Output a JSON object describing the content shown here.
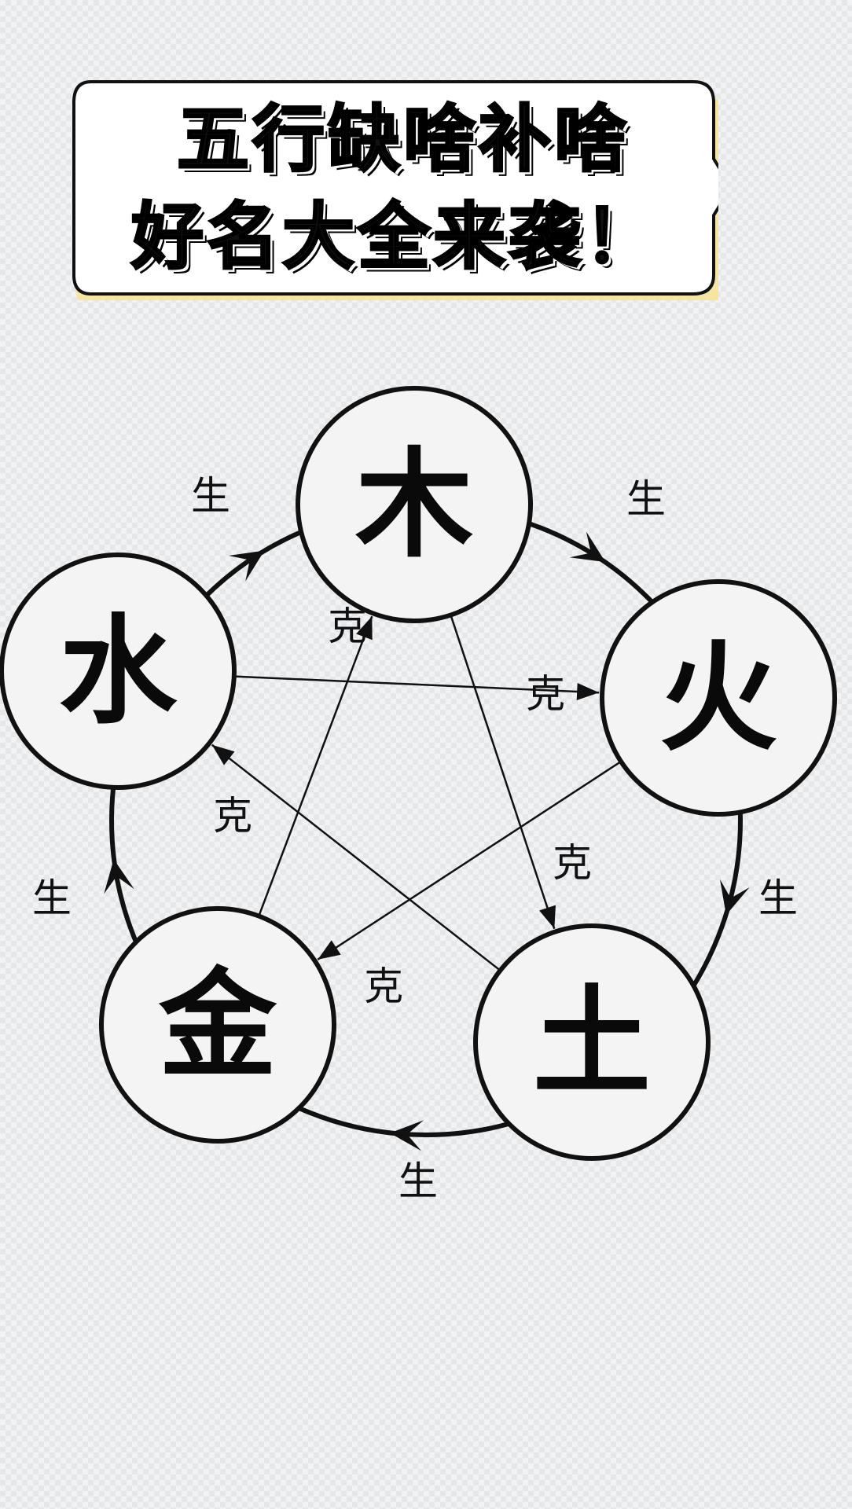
{
  "banner": {
    "line1": "五行缺啥补啥",
    "line2": "好名大全来袭！",
    "fill_color": "#ffffff",
    "shadow_color": "#f6e4a2",
    "border_color": "#111111"
  },
  "diagram": {
    "elements": {
      "wood": "木",
      "fire": "火",
      "earth": "土",
      "metal": "金",
      "water": "水"
    },
    "generate_label": "生",
    "overcome_label": "克",
    "generating_cycle": [
      [
        "wood",
        "fire"
      ],
      [
        "fire",
        "earth"
      ],
      [
        "earth",
        "metal"
      ],
      [
        "metal",
        "water"
      ],
      [
        "water",
        "wood"
      ]
    ],
    "overcoming_cycle": [
      [
        "water",
        "fire"
      ],
      [
        "fire",
        "metal"
      ],
      [
        "metal",
        "wood"
      ],
      [
        "wood",
        "earth"
      ],
      [
        "earth",
        "water"
      ]
    ],
    "colors": {
      "circle_fill": "#f4f4f4",
      "stroke": "#111111"
    }
  }
}
